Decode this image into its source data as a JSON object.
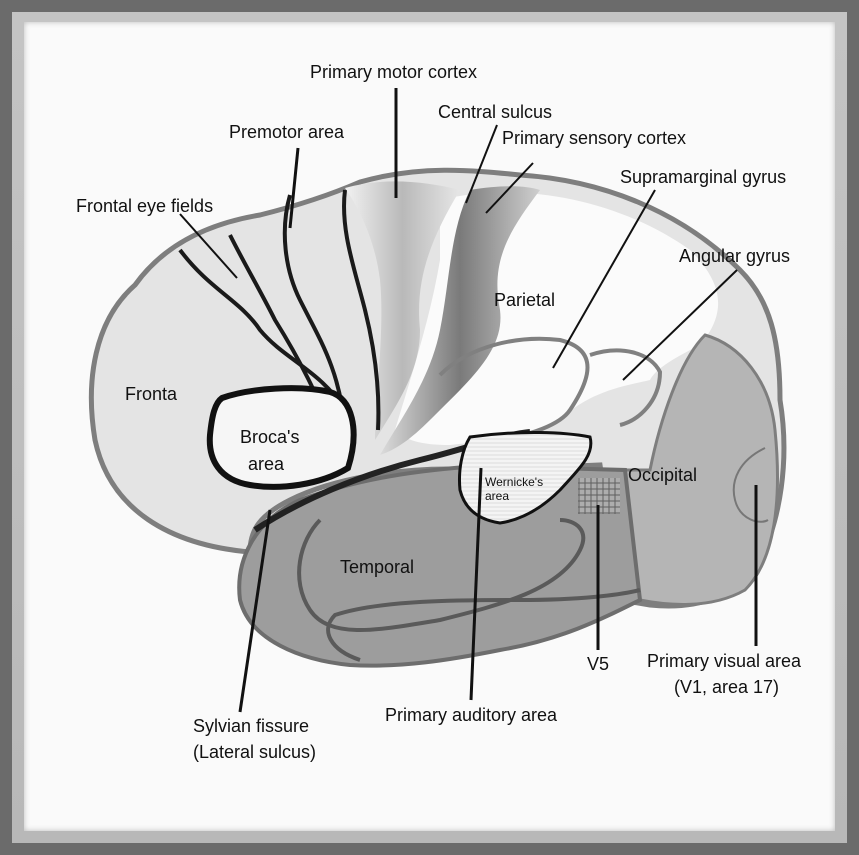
{
  "diagram": {
    "labels": {
      "primary_motor_cortex": "Primary motor cortex",
      "central_sulcus": "Central sulcus",
      "premotor_area": "Premotor area",
      "primary_sensory_cortex": "Primary sensory cortex",
      "supramarginal_gyrus": "Supramarginal gyrus",
      "frontal_eye_fields": "Frontal eye fields",
      "angular_gyrus": "Angular gyrus",
      "parietal": "Parietal",
      "fronta": "Fronta",
      "brocas_area_line1": "Broca's",
      "brocas_area_line2": "area",
      "wernickes_area_line1": "Wernicke's",
      "wernickes_area_line2": "area",
      "occipital": "Occipital",
      "temporal": "Temporal",
      "v5": "V5",
      "primary_visual_area_line1": "Primary visual area",
      "primary_visual_area_line2": "(V1, area 17)",
      "primary_auditory_area": "Primary auditory area",
      "sylvian_fissure_line1": "Sylvian fissure",
      "sylvian_fissure_line2": "(Lateral sulcus)"
    }
  }
}
